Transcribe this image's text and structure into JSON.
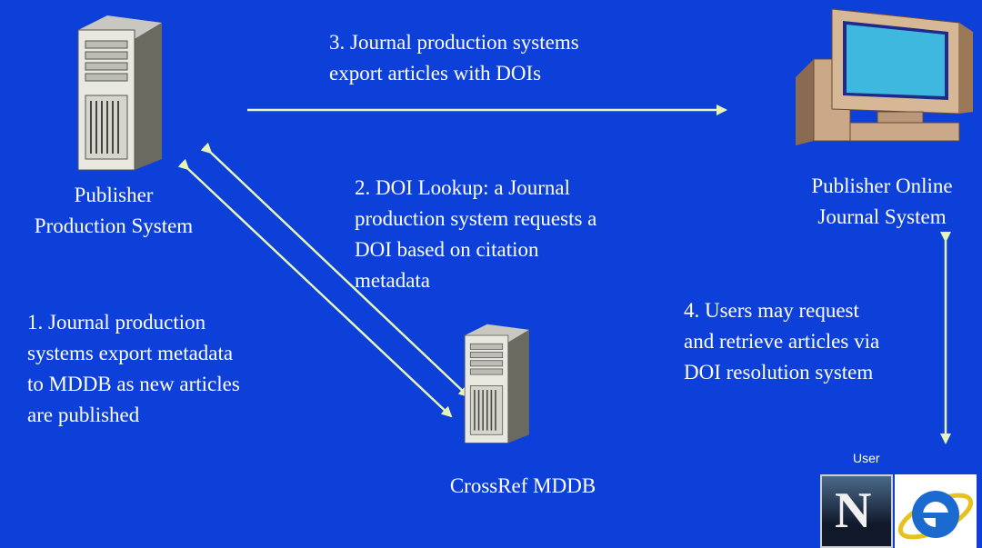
{
  "nodes": {
    "publisher_production": {
      "label": "Publisher\nProduction System",
      "icon": "server-tower-icon"
    },
    "publisher_online": {
      "label": "Publisher Online\nJournal System",
      "icon": "desktop-computer-icon"
    },
    "crossref_mddb": {
      "label": "CrossRef MDDB",
      "icon": "server-tower-icon"
    },
    "user": {
      "label": "User",
      "icons": [
        "netscape-icon",
        "internet-explorer-icon"
      ],
      "netscape_letter": "N"
    }
  },
  "steps": {
    "step1": "1. Journal production\nsystems export metadata\nto MDDB as new articles\nare published",
    "step2": "2. DOI Lookup: a Journal\nproduction system requests a\nDOI based on citation\nmetadata",
    "step3": "3. Journal production systems\nexport articles with DOIs",
    "step4": "4. Users may request\nand retrieve articles via\nDOI resolution system"
  },
  "colors": {
    "background": "#0d40d8",
    "arrow": "#e6f5b4",
    "text": "#ffffff"
  }
}
